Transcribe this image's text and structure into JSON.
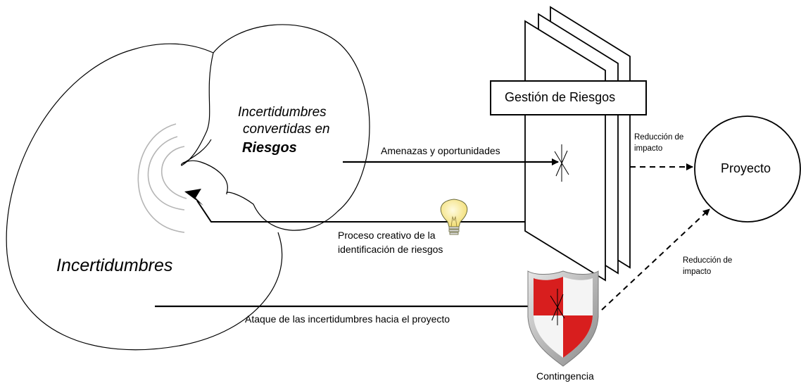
{
  "diagram": {
    "uncertainties_label": "Incertidumbres",
    "converted_line1": "Incertidumbres",
    "converted_line2": "convertidas en",
    "converted_line3": "Riesgos",
    "risk_management_label": "Gestión de Riesgos",
    "threats_label": "Amenazas y oportunidades",
    "creative_process_line1": "Proceso creativo de la",
    "creative_process_line2": "identificación de riesgos",
    "attack_label": "Ataque de las incertidumbres hacia el proyecto",
    "impact_reduction_top_line1": "Reducción de",
    "impact_reduction_top_line2": "impacto",
    "impact_reduction_bottom_line1": "Reducción de",
    "impact_reduction_bottom_line2": "impacto",
    "project_label": "Proyecto",
    "contingency_label": "Contingencia"
  },
  "colors": {
    "stroke": "#000000",
    "shield_red": "#d81e1e",
    "shield_white": "#f4f4f4",
    "shield_rim": "#9a9a9a",
    "bulb": "#fff4a8",
    "echo_arcs": "#b5b5b5"
  },
  "icons": [
    "lightbulb-icon",
    "shield-icon"
  ]
}
